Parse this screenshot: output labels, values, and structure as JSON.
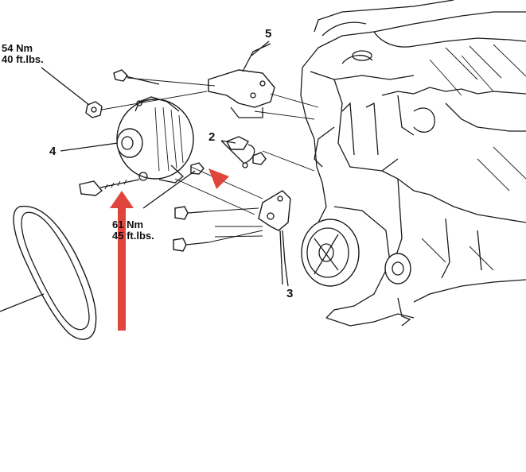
{
  "torque_top": {
    "nm": "54 Nm",
    "ftlb": "40 ft.lbs."
  },
  "torque_bottom": {
    "nm": "61 Nm",
    "ftlb": "45 ft.lbs."
  },
  "callouts": {
    "c2": "2",
    "c3": "3",
    "c4": "4",
    "c5": "5"
  },
  "colors": {
    "line": "#1a1a1a",
    "arrow": "#e0453c",
    "background": "#ffffff"
  }
}
